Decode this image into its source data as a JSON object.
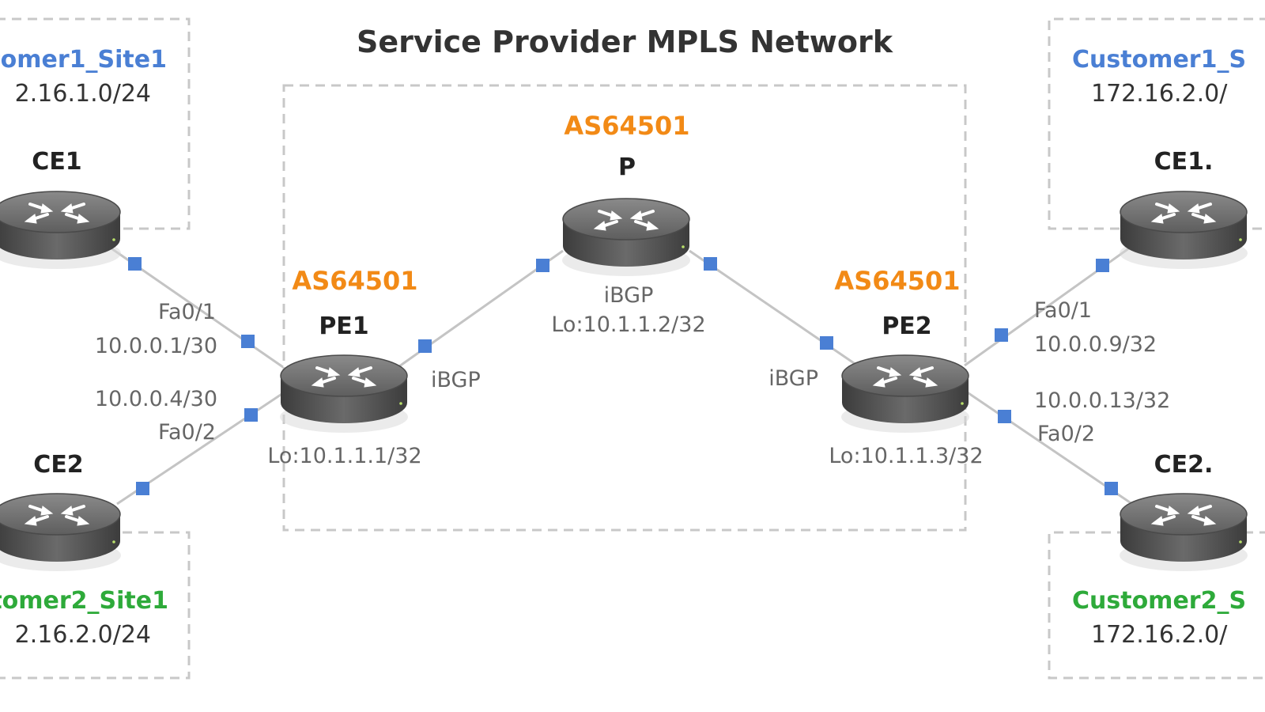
{
  "title": "Service Provider MPLS Network",
  "colors": {
    "customer1": "#4a7fd4",
    "customer2": "#2eaa3a",
    "as": "#f28a16",
    "port": "#4a7fd4",
    "router_body": "#595959"
  },
  "sites": {
    "left_top": {
      "name": "tomer1_Site1",
      "subnet": "2.16.1.0/24"
    },
    "left_bottom": {
      "name": "tomer2_Site1",
      "subnet": "2.16.2.0/24"
    },
    "right_top": {
      "name": "Customer1_S",
      "subnet": "172.16.2.0/"
    },
    "right_bottom": {
      "name": "Customer2_S",
      "subnet": "172.16.2.0/"
    }
  },
  "routers": {
    "ce1_left": {
      "label": "CE1",
      "icon": "router-icon"
    },
    "ce2_left": {
      "label": "CE2",
      "icon": "router-icon"
    },
    "pe1": {
      "label": "PE1",
      "as": "AS64501",
      "loopback": "Lo:10.1.1.1/32",
      "icon": "router-icon"
    },
    "p": {
      "label": "P",
      "as": "AS64501",
      "loopback": "Lo:10.1.1.2/32",
      "protocol": "iBGP",
      "icon": "router-icon"
    },
    "pe2": {
      "label": "PE2",
      "as": "AS64501",
      "loopback": "Lo:10.1.1.3/32",
      "icon": "router-icon"
    },
    "ce1_right": {
      "label": "CE1.",
      "icon": "router-icon"
    },
    "ce2_right": {
      "label": "CE2.",
      "icon": "router-icon"
    }
  },
  "interfaces": {
    "pe1_fa01": {
      "name": "Fa0/1",
      "ip": "10.0.0.1/30"
    },
    "pe1_fa02": {
      "name": "Fa0/2",
      "ip": "10.0.0.4/30"
    },
    "pe2_fa01": {
      "name": "Fa0/1",
      "ip": "10.0.0.9/32"
    },
    "pe2_fa02": {
      "name": "Fa0/2",
      "ip": "10.0.0.13/32"
    }
  },
  "links": {
    "pe1_p": "iBGP",
    "p_pe2": "iBGP"
  }
}
